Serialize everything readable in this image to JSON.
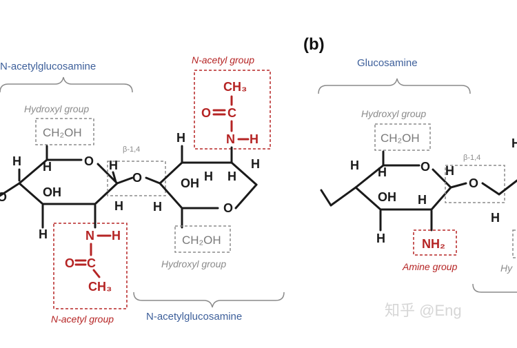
{
  "panel_a": {
    "brace_top_label": "N-acetylglucosamine",
    "brace_bottom_label": "N-acetylglucosamine",
    "acetyl_top_label": "N-acetyl group",
    "acetyl_bottom_label": "N-acetyl group",
    "hydroxyl_left_label": "Hydroxyl group",
    "hydroxyl_right_label": "Hydroxyl group",
    "bond_label": "β-1,4",
    "ch2oh_left": "CH₂OH",
    "ch2oh_right": "CH₂OH",
    "oh_left": "OH",
    "oh_right": "OH",
    "ring_o": "O",
    "link_o": "O",
    "h": "H",
    "ch3": "CH₃",
    "c": "C",
    "o_eq": "O",
    "n": "N",
    "nh_h": "H"
  },
  "panel_b": {
    "label": "(b)",
    "brace_label": "Glucosamine",
    "hydroxyl_label": "Hydroxyl group",
    "amine_label": "Amine group",
    "bond_label": "β-1,4",
    "ch2oh": "CH₂OH",
    "nh2": "NH₂",
    "oh": "OH",
    "ring_o": "O",
    "link_o": "O",
    "h": "H",
    "hy_partial": "Hy",
    "h_partial": "H"
  },
  "watermark": "知乎 @Eng"
}
